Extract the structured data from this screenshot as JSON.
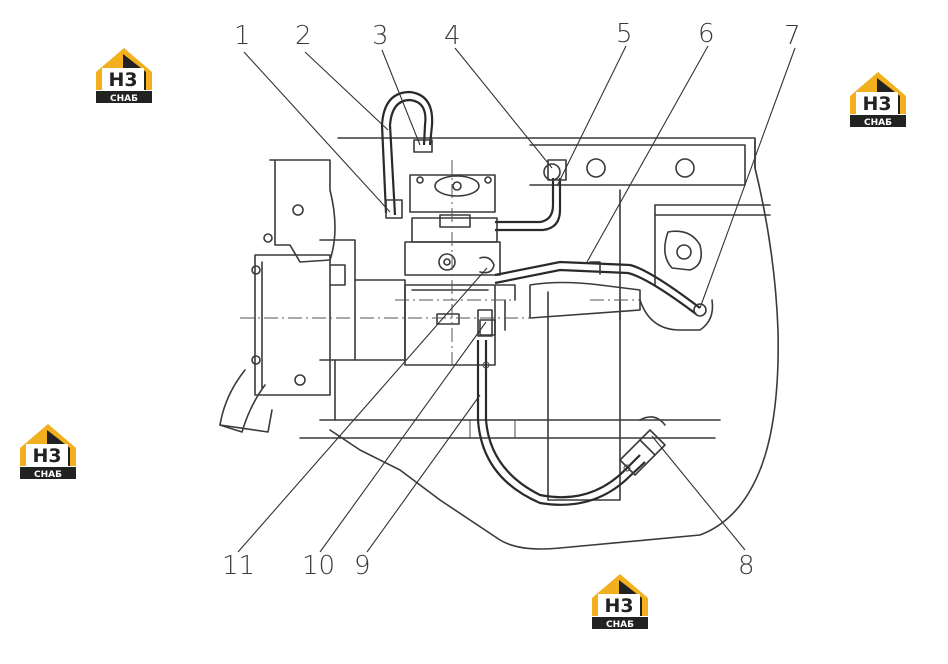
{
  "diagram": {
    "callouts": [
      {
        "label": "1"
      },
      {
        "label": "2"
      },
      {
        "label": "3"
      },
      {
        "label": "4"
      },
      {
        "label": "5"
      },
      {
        "label": "6"
      },
      {
        "label": "7"
      },
      {
        "label": "8"
      },
      {
        "label": "9"
      },
      {
        "label": "10"
      },
      {
        "label": "11"
      }
    ]
  },
  "watermarks": [
    {
      "line1": "H3",
      "line2": "СНАБ"
    },
    {
      "line1": "H3",
      "line2": "СНАБ"
    },
    {
      "line1": "H3",
      "line2": "СНАБ"
    },
    {
      "line1": "H3",
      "line2": "СНАБ"
    }
  ],
  "colors": {
    "logo_accent": "#f2b01e",
    "logo_dark": "#222222",
    "line": "#3a3a3a"
  }
}
